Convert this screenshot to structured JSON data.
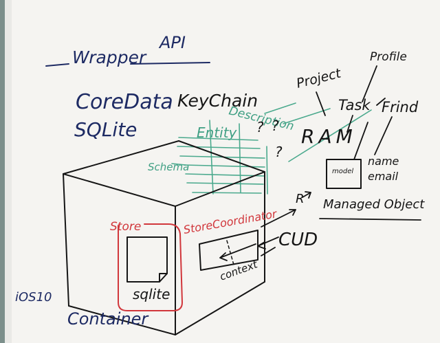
{
  "board": {
    "background": "#f5f4f1",
    "ink_colors": {
      "blue": "#1d2a63",
      "black": "#151515",
      "green": "#3f9f83",
      "red": "#d1363b"
    }
  },
  "labels": {
    "api": "API",
    "wrapper": "Wrapper",
    "coredata": "CoreData",
    "keychain": "KeyChain",
    "sqlite": "SQLite",
    "description": "Description",
    "entity": "Entity",
    "schema": "Schema",
    "project": "Project",
    "profile": "Profile",
    "task": "Task",
    "friend": "Frind",
    "ram": "RAM",
    "name": "name",
    "email": "email",
    "model": "model",
    "managed_object": "Managed Object",
    "store": "Store",
    "store_coordinator": "StoreCoordinator",
    "sqlite_file": "sqlite",
    "context": "context",
    "cud": "CUD",
    "r_arrow": "R",
    "ios10": "iOS10",
    "container": "Container"
  }
}
